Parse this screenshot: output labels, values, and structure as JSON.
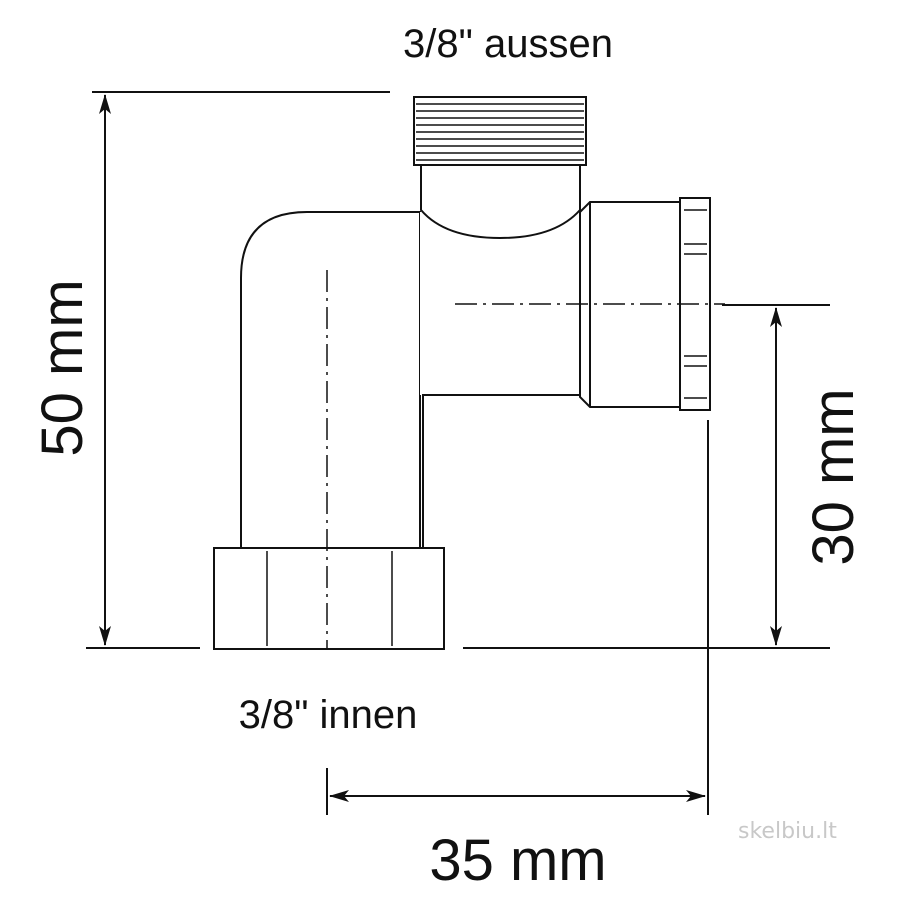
{
  "labels": {
    "top_thread": "3/8\" aussen",
    "bottom_thread": "3/8\" innen",
    "height_dim": "50 mm",
    "offset_dim": "30 mm",
    "width_dim": "35 mm"
  },
  "watermark": "skelbiu.lt"
}
